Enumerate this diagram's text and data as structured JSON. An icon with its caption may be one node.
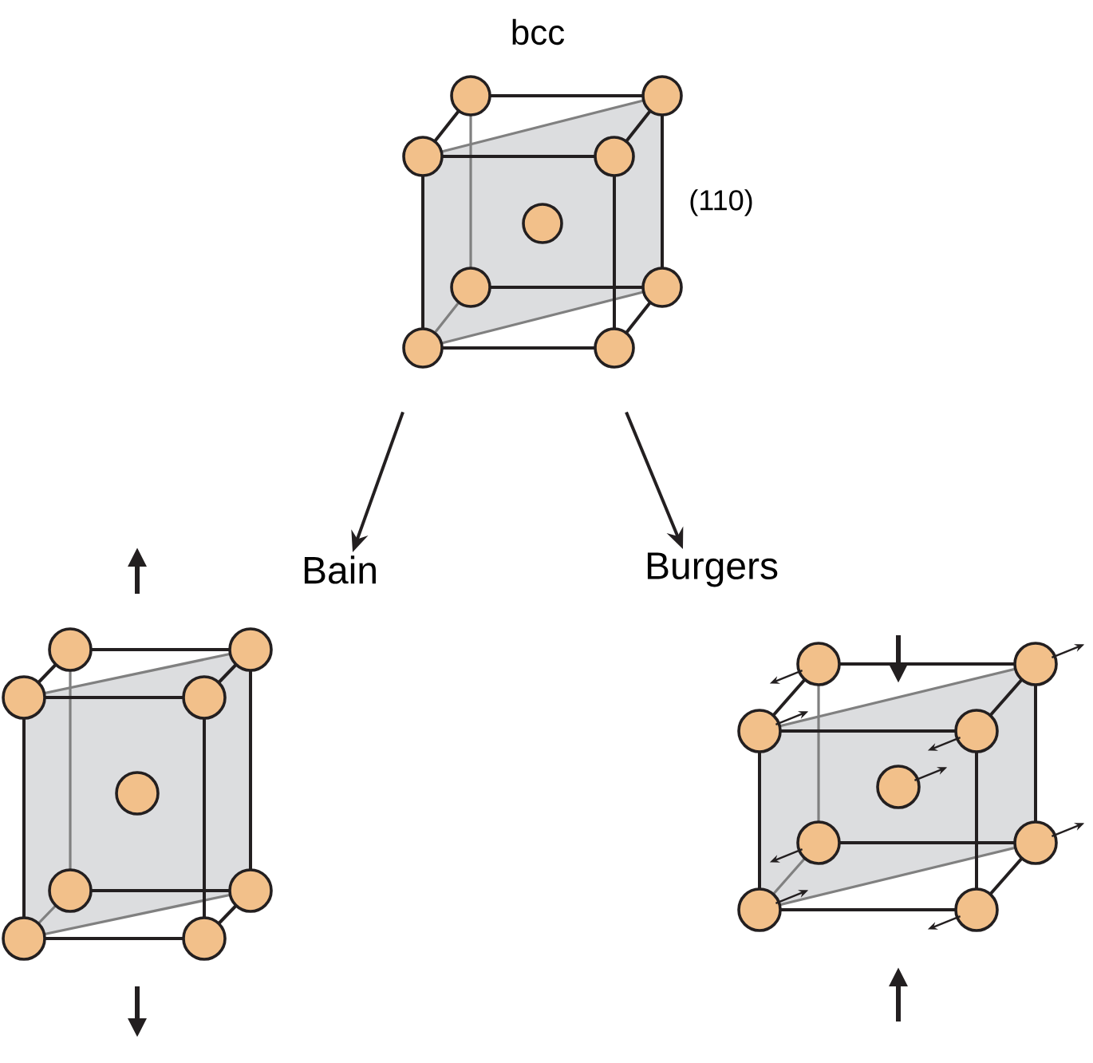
{
  "diagram": {
    "nodes": [
      {
        "text": [
          "bcc"
        ],
        "beside": [
          "(110)"
        ]
      },
      {
        "text": [
          "Bain"
        ]
      },
      {
        "text": [
          "Burgers"
        ]
      },
      {
        "text": [],
        "shape": "cube"
      },
      {
        "text": [],
        "shape": "cube"
      }
    ],
    "edges": [
      {
        "from": 0,
        "to": 1,
        "arrow": "to"
      },
      {
        "from": 0,
        "to": 2,
        "arrow": "to"
      }
    ]
  }
}
